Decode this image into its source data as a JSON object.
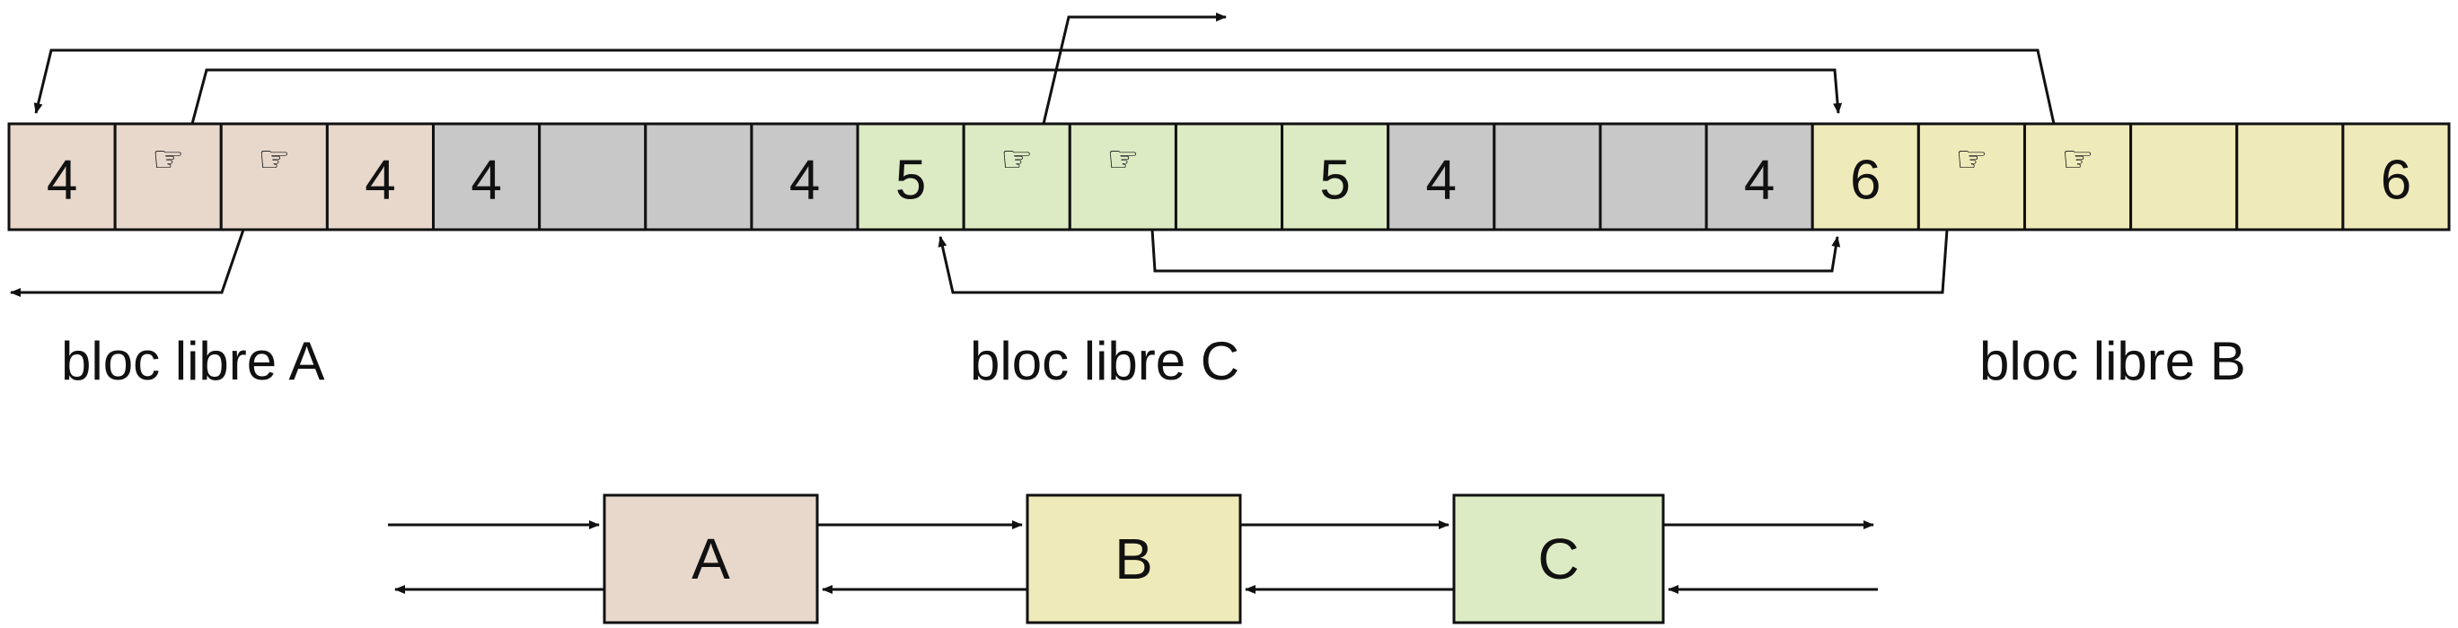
{
  "memory": {
    "cells": [
      {
        "block": "A",
        "kind": "size",
        "text": "4"
      },
      {
        "block": "A",
        "kind": "pointer",
        "text": "☞"
      },
      {
        "block": "A",
        "kind": "pointer",
        "text": "☞"
      },
      {
        "block": "A",
        "kind": "size",
        "text": "4"
      },
      {
        "block": "used",
        "kind": "size",
        "text": "4"
      },
      {
        "block": "used",
        "kind": "empty",
        "text": ""
      },
      {
        "block": "used",
        "kind": "empty",
        "text": ""
      },
      {
        "block": "used",
        "kind": "size",
        "text": "4"
      },
      {
        "block": "C",
        "kind": "size",
        "text": "5"
      },
      {
        "block": "C",
        "kind": "pointer",
        "text": "☞"
      },
      {
        "block": "C",
        "kind": "pointer",
        "text": "☞"
      },
      {
        "block": "C",
        "kind": "empty",
        "text": ""
      },
      {
        "block": "C",
        "kind": "size",
        "text": "5"
      },
      {
        "block": "used",
        "kind": "size",
        "text": "4"
      },
      {
        "block": "used",
        "kind": "empty",
        "text": ""
      },
      {
        "block": "used",
        "kind": "empty",
        "text": ""
      },
      {
        "block": "used",
        "kind": "size",
        "text": "4"
      },
      {
        "block": "B",
        "kind": "size",
        "text": "6"
      },
      {
        "block": "B",
        "kind": "pointer",
        "text": "☞"
      },
      {
        "block": "B",
        "kind": "pointer",
        "text": "☞"
      },
      {
        "block": "B",
        "kind": "empty",
        "text": ""
      },
      {
        "block": "B",
        "kind": "empty",
        "text": ""
      },
      {
        "block": "B",
        "kind": "size",
        "text": "6"
      }
    ]
  },
  "labels": {
    "bloc_a": "bloc libre A",
    "bloc_c": "bloc libre C",
    "bloc_b": "bloc libre B"
  },
  "list": {
    "nodes": [
      {
        "id": "A",
        "label": "A"
      },
      {
        "id": "B",
        "label": "B"
      },
      {
        "id": "C",
        "label": "C"
      }
    ]
  },
  "colors": {
    "A": "#e8d7cb",
    "B": "#efeab9",
    "C": "#dcebc3",
    "used": "#c8c8c8",
    "stroke": "#111111"
  }
}
